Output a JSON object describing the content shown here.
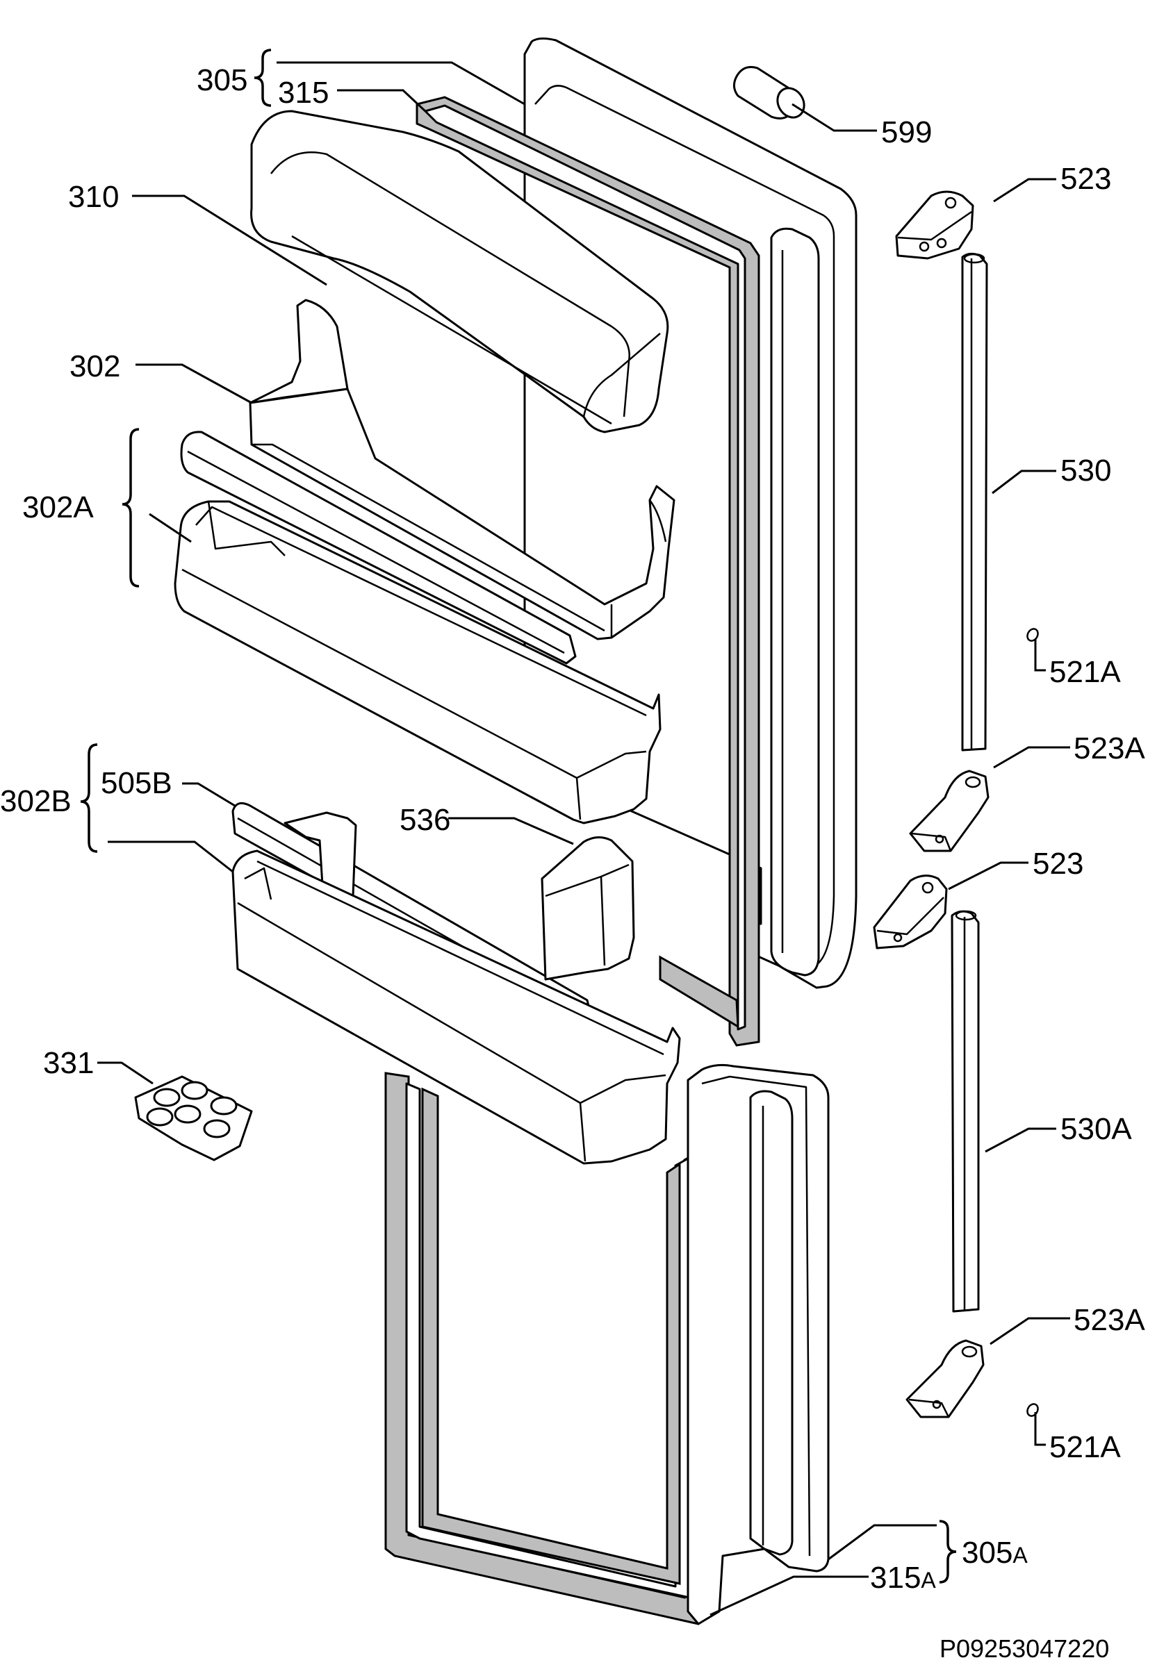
{
  "labels": {
    "l305": "305",
    "l315": "315",
    "l599": "599",
    "l310": "310",
    "l523_top": "523",
    "l302": "302",
    "l302a": "302A",
    "l530": "530",
    "l521a_top": "521A",
    "l523a_top": "523A",
    "l302b": "302B",
    "l505b": "505B",
    "l536": "536",
    "l523_mid": "523",
    "l331": "331",
    "l530a": "530A",
    "l523a_bottom": "523A",
    "l521a_bottom": "521A",
    "l305a_main": "305",
    "l305a_sub": "A",
    "l315a_main": "315",
    "l315a_sub": "A"
  },
  "drawing_code": "P09253047220"
}
